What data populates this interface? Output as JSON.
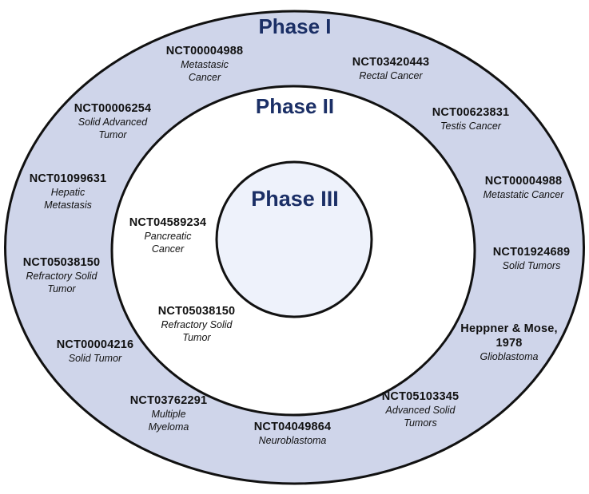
{
  "colors": {
    "outer_ring_fill": "#cfd5ea",
    "inner_ring_fill": "#ffffff",
    "core_fill": "#eef2fb",
    "stroke": "#111111",
    "phase_title": "#1b2f66"
  },
  "phases": {
    "phase1": "Phase I",
    "phase2": "Phase II",
    "phase3": "Phase III"
  },
  "phase1_trials": [
    {
      "id": "NCT00004988",
      "cond1": "Metastasic",
      "cond2": "Cancer"
    },
    {
      "id": "NCT03420443",
      "cond1": "Rectal Cancer",
      "cond2": ""
    },
    {
      "id": "NCT00006254",
      "cond1": "Solid Advanced",
      "cond2": "Tumor"
    },
    {
      "id": "NCT00623831",
      "cond1": "Testis Cancer",
      "cond2": ""
    },
    {
      "id": "NCT01099631",
      "cond1": "Hepatic",
      "cond2": "Metastasis"
    },
    {
      "id": "NCT00004988",
      "cond1": "Metastatic Cancer",
      "cond2": ""
    },
    {
      "id": "NCT05038150",
      "cond1": "Refractory Solid",
      "cond2": "Tumor"
    },
    {
      "id": "NCT01924689",
      "cond1": "Solid Tumors",
      "cond2": ""
    },
    {
      "id": "Heppner & Mose,",
      "id2": "1978",
      "cond1": "Glioblastoma",
      "cond2": ""
    },
    {
      "id": "NCT00004216",
      "cond1": "Solid Tumor",
      "cond2": ""
    },
    {
      "id": "NCT03762291",
      "cond1": "Multiple",
      "cond2": "Myeloma"
    },
    {
      "id": "NCT05103345",
      "cond1": "Advanced Solid",
      "cond2": "Tumors"
    },
    {
      "id": "NCT04049864",
      "cond1": "Neuroblastoma",
      "cond2": ""
    }
  ],
  "phase2_trials": [
    {
      "id": "NCT04589234",
      "cond1": "Pancreatic",
      "cond2": "Cancer"
    },
    {
      "id": "NCT05038150",
      "cond1": "Refractory Solid",
      "cond2": "Tumor"
    }
  ]
}
